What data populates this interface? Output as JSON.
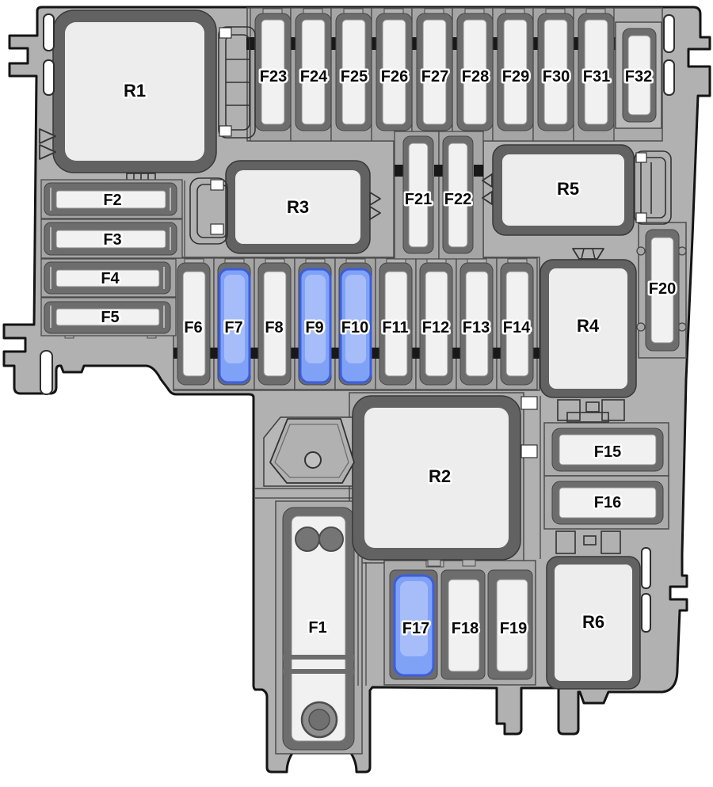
{
  "diagram": {
    "kind": "vehicle-fuse-box-layout",
    "relays": {
      "r1": "R1",
      "r2": "R2",
      "r3": "R3",
      "r4": "R4",
      "r5": "R5",
      "r6": "R6"
    },
    "fuses": {
      "f1": "F1",
      "f2": "F2",
      "f3": "F3",
      "f4": "F4",
      "f5": "F5",
      "f6": "F6",
      "f7": "F7",
      "f8": "F8",
      "f9": "F9",
      "f10": "F10",
      "f11": "F11",
      "f12": "F12",
      "f13": "F13",
      "f14": "F14",
      "f15": "F15",
      "f16": "F16",
      "f17": "F17",
      "f18": "F18",
      "f19": "F19",
      "f20": "F20",
      "f21": "F21",
      "f22": "F22",
      "f23": "F23",
      "f24": "F24",
      "f25": "F25",
      "f26": "F26",
      "f27": "F27",
      "f28": "F28",
      "f29": "F29",
      "f30": "F30",
      "f31": "F31",
      "f32": "F32"
    },
    "highlighted_fuses": [
      "F7",
      "F9",
      "F10",
      "F17"
    ],
    "colors": {
      "body": "#b1b1b1",
      "slot": "#f1f1f1",
      "frame": "#6d6d6d",
      "highlight_fill": "#7fa2f6",
      "highlight_inner": "#a6bdf9",
      "highlight_border": "#3c5ede"
    }
  }
}
